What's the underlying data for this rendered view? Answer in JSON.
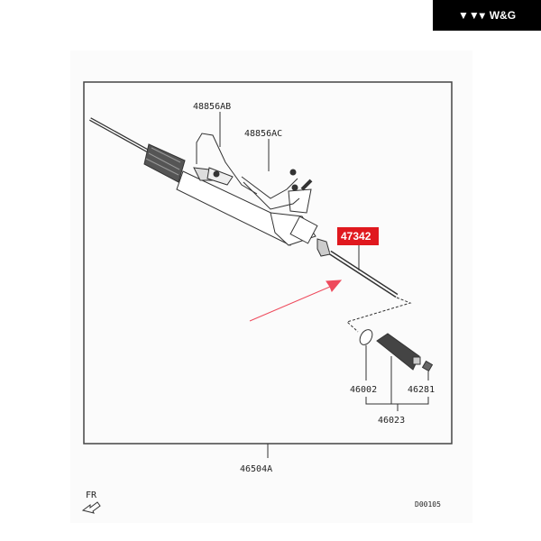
{
  "brand": {
    "name": "W&G",
    "icon": "wg-logo-icon"
  },
  "diagram": {
    "parts": {
      "pressure_line_a": "48856AB",
      "pressure_line_b": "48856AC",
      "tie_rod_highlighted": "47342",
      "band": "46002",
      "clip": "46281",
      "boot_kit": "46023",
      "gear_assembly": "46504A"
    },
    "direction_label": "FR",
    "figure_code": "D00105",
    "colors": {
      "highlight": "#e0181e",
      "arrow": "#ee4a5c",
      "line": "#333333"
    }
  }
}
